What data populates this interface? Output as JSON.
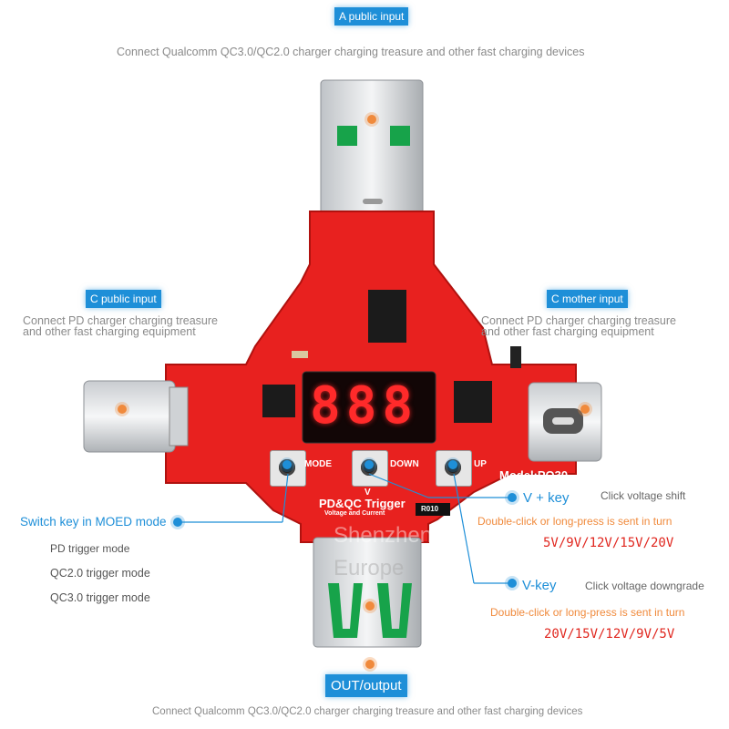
{
  "top": {
    "tag": "A public input",
    "desc": "Connect Qualcomm QC3.0/QC2.0 charger charging treasure and other fast charging devices"
  },
  "left": {
    "tag": "C public input",
    "desc_line1": "Connect PD charger charging treasure",
    "desc_line2": "and other fast charging equipment"
  },
  "right": {
    "tag": "C mother input",
    "desc_line1": "Connect PD charger charging treasure",
    "desc_line2": "and other fast charging equipment"
  },
  "board": {
    "display": "888",
    "btn_mode": "MODE",
    "btn_v": "V",
    "btn_down": "DOWN",
    "btn_up": "UP",
    "model": "Model:PQ30",
    "title": "PD&QC Trigger",
    "subtitle": "Voltage and Current",
    "resistor": "R010",
    "watermark1": "Shenzhen",
    "watermark2": "Europe"
  },
  "mode_key": {
    "label": "Switch key in MOED mode",
    "items": [
      "PD trigger mode",
      "QC2.0 trigger mode",
      "QC3.0 trigger mode"
    ]
  },
  "vplus": {
    "label": "V + key",
    "action": "Click voltage shift",
    "note": "Double-click or long-press is sent in turn",
    "sequence": "5V/9V/12V/15V/20V"
  },
  "vminus": {
    "label": "V-key",
    "action": "Click voltage downgrade",
    "note": "Double-click or long-press is sent in turn",
    "sequence": "20V/15V/12V/9V/5V"
  },
  "bottom": {
    "tag": "OUT/output",
    "desc": "Connect Qualcomm QC3.0/QC2.0 charger charging treasure and other fast charging devices"
  },
  "colors": {
    "accent": "#1e8fd8",
    "pcb": "#e8211f",
    "orange": "#f08a3c",
    "seven_segment": "#ff2a2a"
  }
}
